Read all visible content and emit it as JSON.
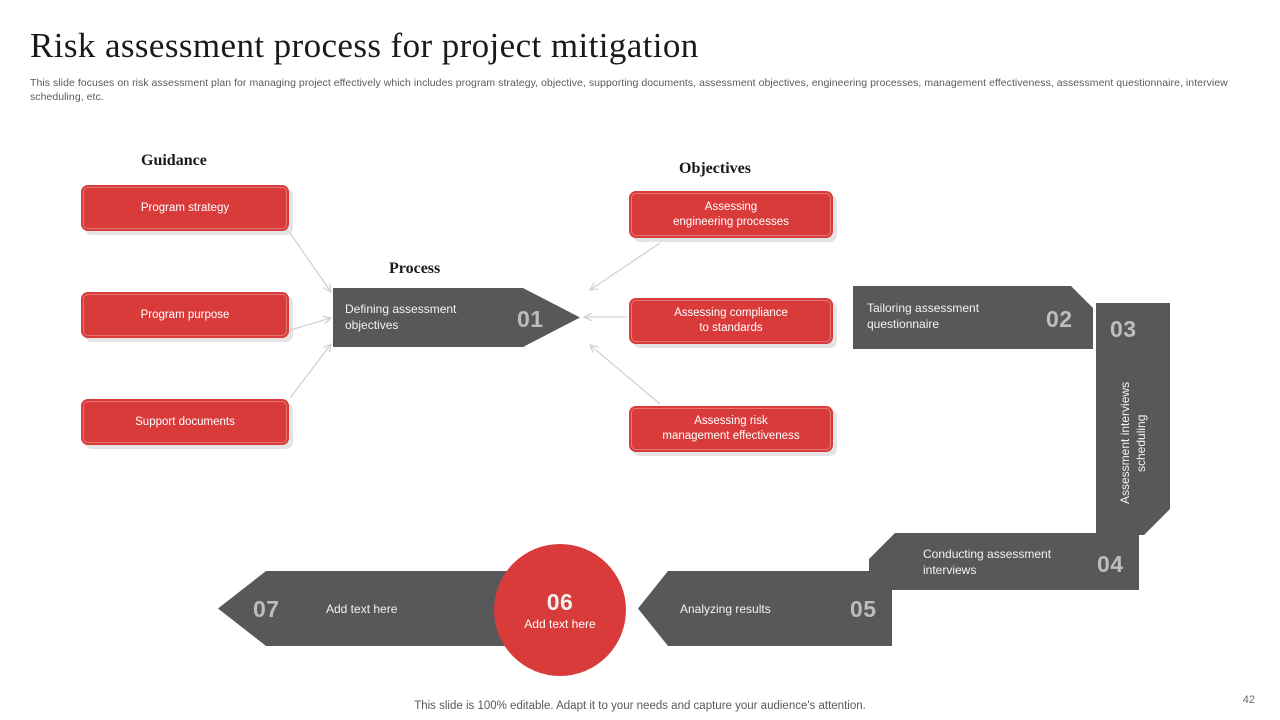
{
  "header": {
    "title": "Risk assessment process for project mitigation",
    "subtitle": "This slide focuses on risk assessment plan for managing project effectively which includes program strategy, objective, supporting documents, assessment objectives, engineering processes, management effectiveness, assessment questionnaire, interview scheduling, etc."
  },
  "columns": {
    "guidance_heading": "Guidance",
    "objectives_heading": "Objectives",
    "process_heading": "Process"
  },
  "guidance_cards": [
    {
      "label": "Program strategy"
    },
    {
      "label": "Program purpose"
    },
    {
      "label": "Support documents"
    }
  ],
  "objective_cards": [
    {
      "label": "Assessing\nengineering processes"
    },
    {
      "label": "Assessing compliance\nto standards"
    },
    {
      "label": "Assessing risk\nmanagement effectiveness"
    }
  ],
  "steps": [
    {
      "number": "01",
      "label": "Defining assessment objectives"
    },
    {
      "number": "02",
      "label": "Tailoring assessment questionnaire"
    },
    {
      "number": "03",
      "label": "Assessment interviews scheduling"
    },
    {
      "number": "04",
      "label": "Conducting assessment interviews"
    },
    {
      "number": "05",
      "label": "Analyzing results"
    },
    {
      "number": "06",
      "label": "Add text here"
    },
    {
      "number": "07",
      "label": "Add text here"
    }
  ],
  "footer": {
    "note": "This slide is 100% editable. Adapt it to your needs and capture your audience's attention.",
    "page_number": "42"
  },
  "colors": {
    "accent_red": "#d93b3b",
    "dark_gray": "#58585a",
    "number_gray": "#bdbdbd",
    "connector_gray": "#d2d2d2"
  }
}
